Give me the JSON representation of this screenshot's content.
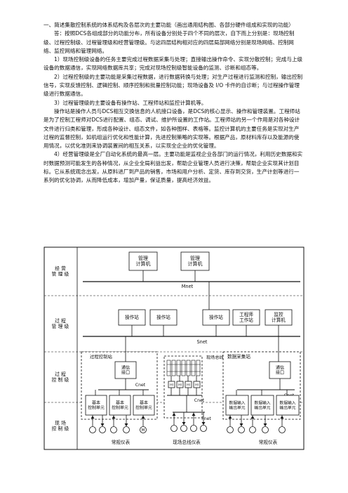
{
  "paragraphs": [
    "一、简述集散控制系统的体系结构及各层次的主要功能（画出通用结构图、各部分硬件组成和实现的功能）",
    "答：按照DCS各组成部分的功能分布，所有设备分别处于四个不同的层次，自下而上分别是：现场控制级、过程控制级、过程管理级和经营管理级。与这四层结构相对应的四层局部网络分别是现场网络、控制网络、监控网络和管理网络。",
    "1）现场控制级设备的任务主要完成过程数据采集与处理；直接输出操作命令、实现分散控制；完成与上级设备的数据通信，实现网络数据库共享；完成对现场控制级智能设备的监测、诊断和组态等。",
    "2）过程控制级的主要功能是采集过程数据，进行数据转换与处理；对生产过程进行监测和控制，输出控制信号，实现反馈控制、逻辑控制、顺序控制和批量控制功能；现场设备及 I/O 卡件的自诊断；与过程操作管理级进行数据通信。",
    "3）过程管理级的主要设备有操作站、工程师站和监控计算机等。",
    "操作站是操作人员与DCS相互交换信息的人机接口设备，是DCS的核心显示、操作和管理装置。工程师站是为了控制工程师对DCS进行配置、组态、调试、维护所设置的工作站。工程师站的另一个作用是对各种设计文件进行归类和管理，形成各种设计、组态文件，如各种图样、表格等。监控计算机的主要任务是实现对生产过程的监督控制，如机组运行优化和性能计算，先进控制策略的实现等。根据产品，原材料库存以及能源的使用情况，以优化准则来协调装置间的相互关系，以实现全企业的优化管理。",
    "4）经营管理级是全厂自动化系统的最高一层。主要功能是监视企业各部门的运行情况，利用历史数据和实时数据预测可能发生的各种情况，从企业全局利益出发，帮助企业管理人员进行决策，帮助企业实现其计划目标。它从系统观念出发，从原料进厂到产品的销售，市场和用户分析、定货、库存到交货，生产计划等进行一系列的优化协调，从而降低成本，增加产量，保证质量，提高经济效益。"
  ],
  "diagram": {
    "levels": [
      "经营\n管理级",
      "过程\n管理级",
      "过程\n控制级",
      "现场\n控制级"
    ],
    "mgmt_computers": [
      "管理\n计算机",
      "管理\n计算机"
    ],
    "mnet": "Mnet",
    "stations": [
      "操作站",
      "操作站",
      "操作站",
      "工程师\n工作站",
      "监控\n计算机"
    ],
    "snet": "Snet",
    "left_group": {
      "title": "过程控制站",
      "comm": "通信\n接口",
      "cnet": "Cnet",
      "units": [
        "基本\n控制单元",
        "基本\n控制单元",
        "基本\n控制单元"
      ],
      "m": "M",
      "instr": "常规仪表"
    },
    "mid_group": {
      "title": "现场总线接口",
      "hi": "HI",
      "cnet": "Cnet",
      "fnet": "Fnet",
      "instr": "现场总线仪表"
    },
    "right_group": {
      "title": "数据采集站",
      "comm": "通信\n接口",
      "cnet": "Cnet",
      "units": [
        "数据输入\n输出单元",
        "数据输入\n输出单元",
        "数据输入\n输出单元"
      ],
      "instr": "常规仪表"
    }
  }
}
